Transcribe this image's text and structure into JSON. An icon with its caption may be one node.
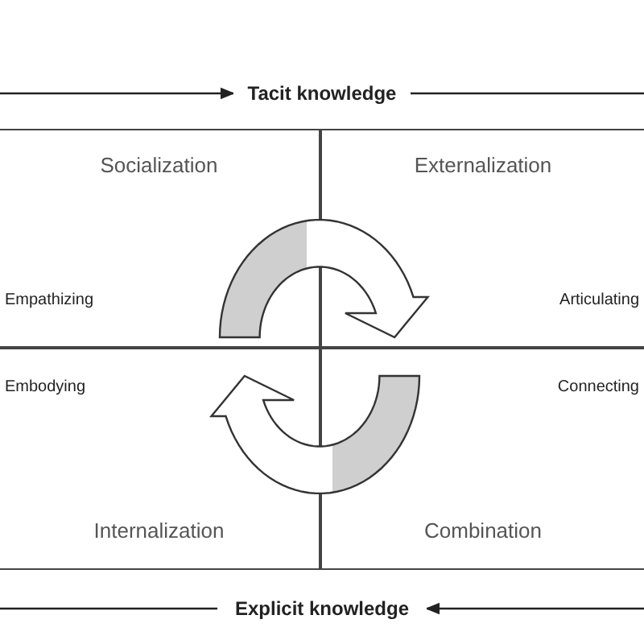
{
  "diagram": {
    "nodes": [
      {
        "text": [
          "Tacit knowledge"
        ]
      },
      {
        "text": [
          "Socialization",
          "Empathizing"
        ]
      },
      {
        "text": [
          "Externalization",
          "Articulating"
        ]
      },
      {
        "text": [
          "Embodying",
          "Internalization"
        ]
      },
      {
        "text": [
          "Connecting",
          "Combination"
        ]
      },
      {
        "text": [
          "Explicit knowledge"
        ]
      }
    ],
    "edges": [
      {
        "from": null,
        "to": 0,
        "arrow": "to"
      },
      {
        "from": 0,
        "to": null,
        "arrow": "none"
      },
      {
        "from": 1,
        "to": 2,
        "arrow": "to"
      },
      {
        "from": 4,
        "to": 3,
        "arrow": "to"
      },
      {
        "from": 5,
        "to": null,
        "arrow": "none"
      },
      {
        "from": null,
        "to": 5,
        "arrow": "to"
      }
    ]
  }
}
